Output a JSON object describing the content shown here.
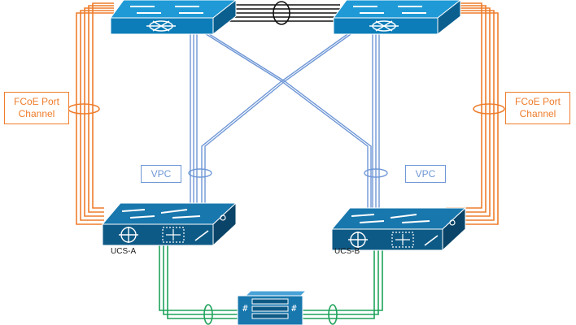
{
  "labels": {
    "fcoe_left": [
      "FCoE Port",
      "Channel"
    ],
    "fcoe_right": [
      "FCoE Port",
      "Channel"
    ],
    "vpc_left": "VPC",
    "vpc_right": "VPC",
    "ucs_a": "UCS-A",
    "ucs_b": "UCS-B"
  },
  "devices": {
    "top_left_switch": {
      "icon": "layer3-switch-icon"
    },
    "top_right_switch": {
      "icon": "layer3-switch-icon"
    },
    "fabric_a": {
      "icon": "fabric-interconnect-icon"
    },
    "fabric_b": {
      "icon": "fabric-interconnect-icon"
    },
    "chassis": {
      "icon": "blade-chassis-icon"
    }
  },
  "colors": {
    "fcoe": "#ee7d2c",
    "vpc": "#6f97d6",
    "server_links": "#1fa35b",
    "peer_link": "#000000",
    "switch_top": "#1f9ad6",
    "fabric_body": "#0e5a86"
  }
}
